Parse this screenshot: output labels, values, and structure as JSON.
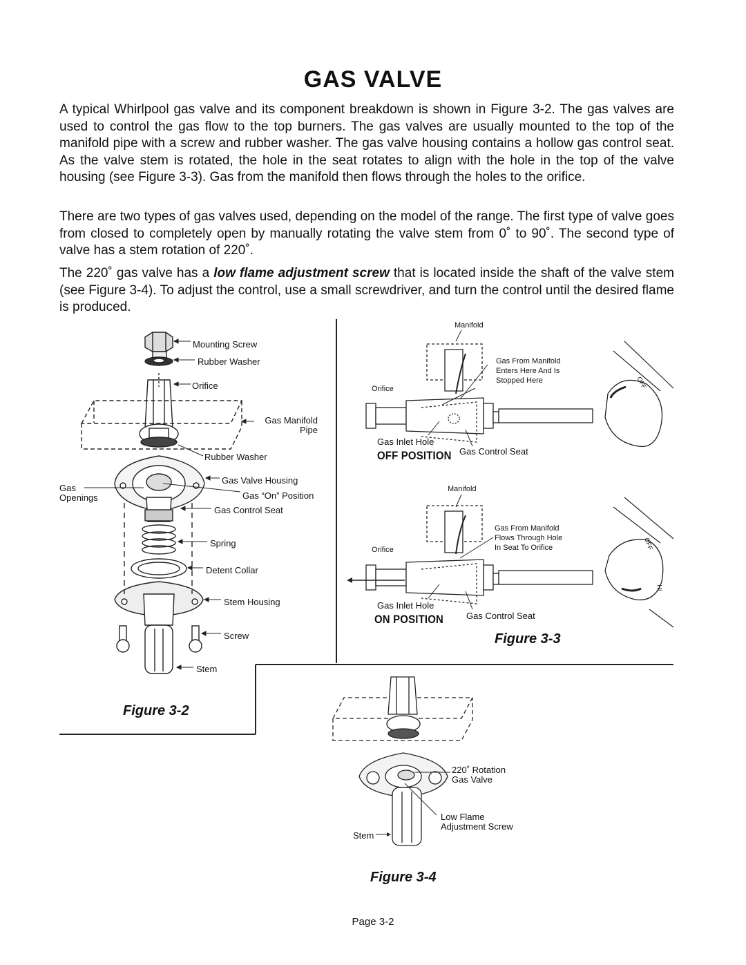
{
  "title": "GAS VALVE",
  "paragraphs": {
    "p1": "A typical Whirlpool gas valve and its component breakdown is shown in Figure 3-2. The gas valves are used to control the gas flow to the top burners. The gas valves are usually mounted to the top of the manifold pipe with a screw and rubber washer. The gas valve housing contains a hollow gas control seat. As the valve stem is rotated, the hole in the seat rotates to align with the hole in the top of the valve housing (see Figure 3-3). Gas from the manifold then flows through the holes to the orifice.",
    "p2": "There are two types of gas valves used, depending on the model of the range. The first type of valve goes from closed to completely open by manually rotating the valve stem from 0˚ to 90˚. The second type of valve has a stem rotation of 220˚.",
    "p3_before": "The 220˚ gas valve has a ",
    "p3_emphasis": "low flame adjustment screw",
    "p3_after": " that is located inside the shaft of the valve stem (see Figure 3-4). To adjust the control, use a small screwdriver, and turn the control until the desired flame is produced."
  },
  "figure_3_2": {
    "caption": "Figure 3-2",
    "labels": {
      "mounting_screw": "Mounting Screw",
      "rubber_washer_top": "Rubber Washer",
      "orifice": "Orifice",
      "gas_manifold_pipe": "Gas Manifold\nPipe",
      "rubber_washer": "Rubber Washer",
      "gas_openings": "Gas\nOpenings",
      "gas_valve_housing": "Gas Valve Housing",
      "gas_on_position": "Gas “On” Position",
      "gas_control_seat": "Gas Control Seat",
      "spring": "Spring",
      "detent_collar": "Detent Collar",
      "stem_housing": "Stem Housing",
      "screw": "Screw",
      "stem": "Stem"
    }
  },
  "figure_3_3": {
    "caption": "Figure 3-3",
    "off": {
      "manifold": "Manifold",
      "orifice": "Orifice",
      "gas_from_manifold": "Gas From Manifold\nEnters Here And Is\nStopped Here",
      "gas_inlet_hole": "Gas Inlet Hole",
      "position": "OFF POSITION",
      "gas_control_seat": "Gas Control Seat",
      "knob_text": "OFF"
    },
    "on": {
      "manifold": "Manifold",
      "orifice": "Orifice",
      "gas_from_manifold": "Gas From Manifold\nFlows Through Hole\nIn Seat To Orifice",
      "gas_inlet_hole": "Gas Inlet Hole",
      "position": "ON POSITION",
      "gas_control_seat": "Gas Control Seat",
      "knob_text_1": "OFF",
      "knob_text_2": "HI"
    }
  },
  "figure_3_4": {
    "caption": "Figure 3-4",
    "labels": {
      "rotation": "220˚ Rotation\nGas Valve",
      "low_flame": "Low Flame\nAdjustment Screw",
      "stem": "Stem"
    }
  },
  "page_number": "Page 3-2"
}
